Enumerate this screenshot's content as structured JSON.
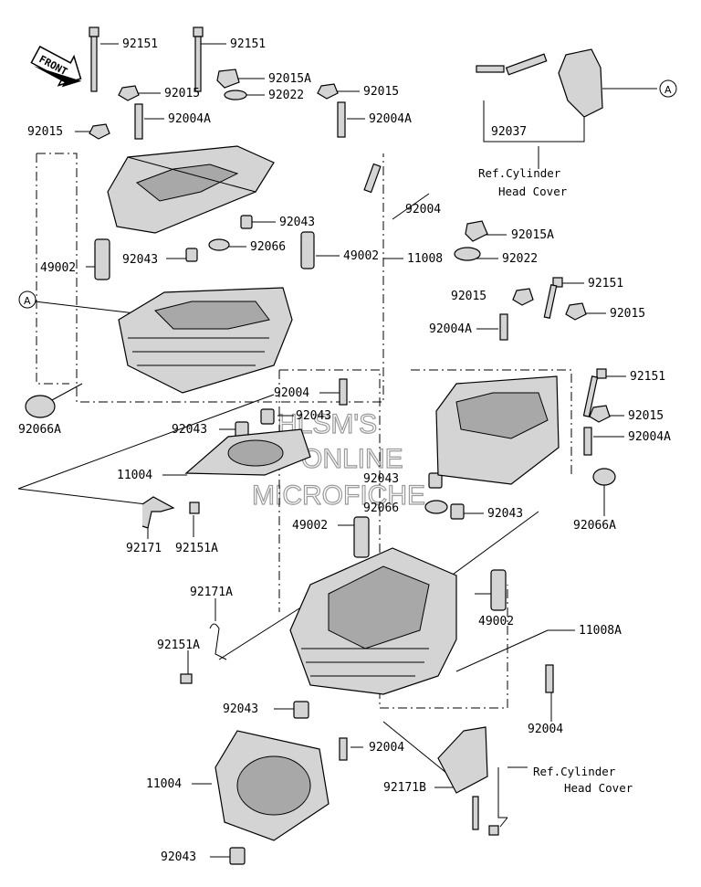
{
  "front_label": "FRONT",
  "circle_ref": "A",
  "watermark": [
    "HLSM'S",
    "ONLINE",
    "MICROFICHE"
  ],
  "ref_notes": {
    "upper": [
      "Ref.Cylinder",
      "Head Cover"
    ],
    "lower": [
      "Ref.Cylinder",
      "Head Cover"
    ]
  },
  "labels": {
    "l01": "92151",
    "l02": "92151",
    "l03": "92015A",
    "l04": "92015",
    "l05": "92022",
    "l06": "92015",
    "l07": "92004A",
    "l08": "92004A",
    "l09": "92015",
    "l10": "92037",
    "l11": "92043",
    "l12": "92004",
    "l13": "92015A",
    "l14": "49002",
    "l15": "92066",
    "l16": "92043",
    "l17": "49002",
    "l18": "11008",
    "l19": "92022",
    "l20": "92151",
    "l21": "92015",
    "l22": "92015",
    "l23": "92004A",
    "l24": "92004",
    "l25": "92151",
    "l26": "92066A",
    "l27": "92043",
    "l28": "92043",
    "l29": "92015",
    "l30": "92004A",
    "l31": "11004",
    "l32": "92043",
    "l33": "92066",
    "l34": "92043",
    "l35": "49002",
    "l36": "92066A",
    "l37": "92171",
    "l38": "92151A",
    "l39": "92171A",
    "l40": "49002",
    "l41": "11008A",
    "l42": "92151A",
    "l43": "92043",
    "l44": "92004",
    "l45": "92004",
    "l46": "11004",
    "l47": "92171B",
    "l48": "92043"
  }
}
